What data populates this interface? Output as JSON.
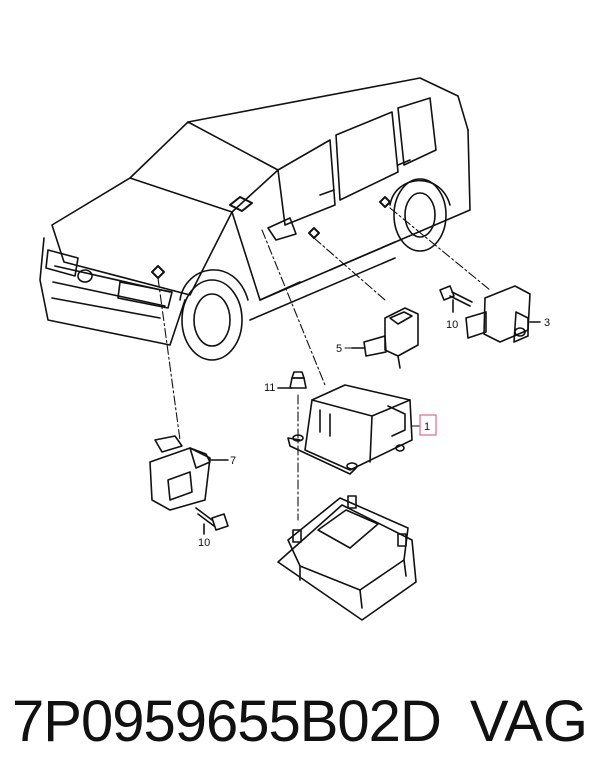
{
  "callouts": {
    "c1": "1",
    "c3": "3",
    "c5": "5",
    "c7": "7",
    "c10a": "10",
    "c10b": "10",
    "c11": "11"
  },
  "footer": {
    "part_number": "7P0959655B02D",
    "brand": "VAG"
  },
  "colors": {
    "line": "#111111",
    "highlight": "#e06a8a"
  },
  "icons": {
    "vehicle": "suv-outline",
    "control-unit": "airbag-control-unit",
    "sensor": "crash-sensor",
    "bolt": "screw-icon",
    "nut": "nut-icon",
    "bracket": "mounting-bracket"
  }
}
